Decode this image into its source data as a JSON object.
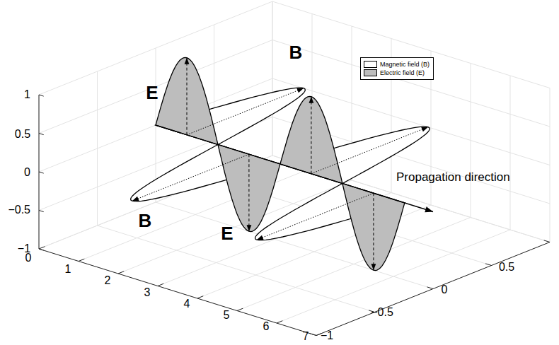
{
  "diagram": {
    "labels": [
      "E",
      "B",
      "B",
      "E",
      "Propagation direction",
      "1",
      "0.5",
      "0",
      "−0.5",
      "−1",
      "0",
      "1",
      "2",
      "3",
      "4",
      "5",
      "6",
      "7",
      "0.5",
      "0",
      "−0.5",
      "−1"
    ],
    "legend": [
      {
        "text": "Magnetic field (B)",
        "color": "#ffffff"
      },
      {
        "text": "Electric field (E)",
        "color": "#bdbdbd"
      }
    ]
  }
}
